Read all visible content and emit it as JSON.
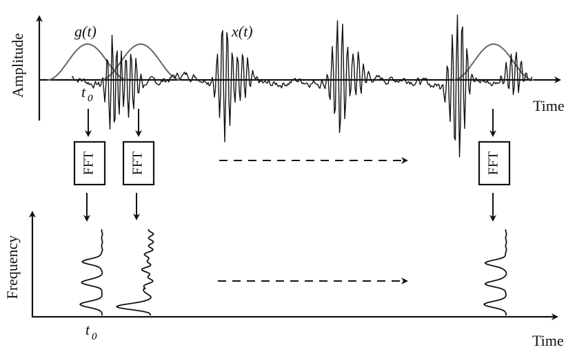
{
  "diagram": {
    "top_panel": {
      "y_axis_label": "Amplitude",
      "x_axis_label": "Time",
      "window_label": "g(t)",
      "signal_label": "x(t)",
      "start_marker": "t",
      "start_marker_sub": "0"
    },
    "transforms": {
      "block_label": "FFT",
      "blocks": [
        "FFT",
        "FFT",
        "FFT"
      ]
    },
    "bottom_panel": {
      "y_axis_label": "Frequency",
      "x_axis_label": "Time",
      "start_marker": "t",
      "start_marker_sub": "0"
    },
    "colors": {
      "ink": "#111111",
      "window_curve": "#666666",
      "background": "#ffffff"
    }
  }
}
